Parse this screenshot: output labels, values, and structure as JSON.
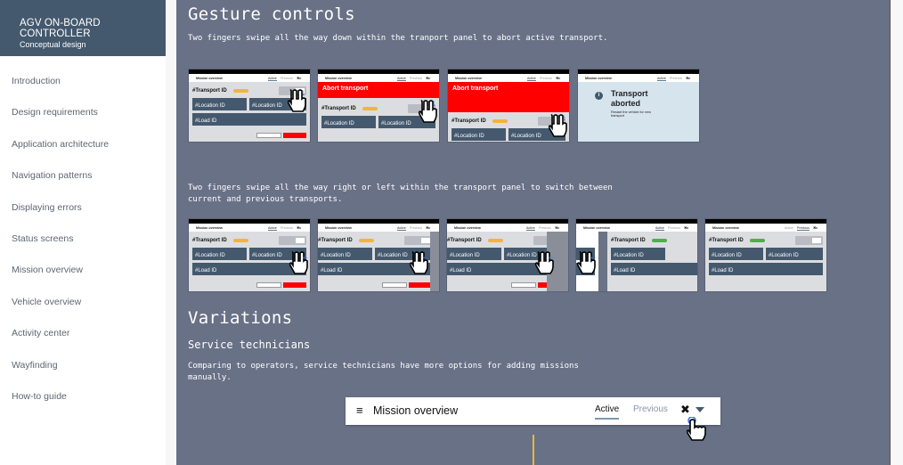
{
  "sidebar": {
    "title": "AGV ON-BOARD CONTROLLER",
    "subtitle": "Conceptual design",
    "items": [
      "Introduction",
      "Design requirements",
      "Application architecture",
      "Navigation patterns",
      "Displaying errors",
      "Status screens",
      "Mission overview",
      "Vehicle overview",
      "Activity center",
      "Wayfinding",
      "How-to guide"
    ]
  },
  "main": {
    "gesture_title": "Gesture controls",
    "gesture_p1": "Two fingers swipe all the way down within the tranport panel to abort active transport.",
    "gesture_p2": "Two fingers swipe all the way right or left within the transport panel to switch between current and previous transports.",
    "variations_title": "Variations",
    "service_title": "Service technicians",
    "service_p": "Comparing to operators, service technicians have more options for adding missions manually."
  },
  "mini": {
    "title": "Mission overview",
    "active": "Active",
    "previous": "Previous",
    "transport_id": "#Transport ID",
    "location_id": "#Location ID",
    "load_id": "#Load ID",
    "abort": "Abort transport",
    "aborted": "Transport aborted",
    "restart": "Restart the vehicle for new transport",
    "info": "i"
  },
  "mission_bar": {
    "title": "Mission overview",
    "active": "Active",
    "previous": "Previous",
    "menu_icon": "hamburger-icon",
    "tools_icon": "tools-icon",
    "dropdown_icon": "caret-down-icon"
  },
  "colors": {
    "brand": "#44596e",
    "panel": "#697186",
    "abort": "#ff0000",
    "info_bg": "#d6e4ee",
    "accent": "#f2b53a"
  }
}
